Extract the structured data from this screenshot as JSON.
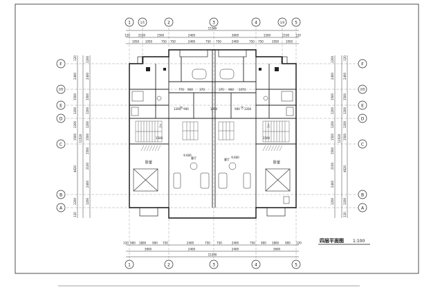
{
  "drawing": {
    "title": "四层平面图",
    "scale": "1:100"
  },
  "axes": {
    "columns": [
      "1",
      "1/1",
      "2",
      "3",
      "4",
      "1/4",
      "5"
    ],
    "columns_bottom": [
      "1",
      "2",
      "3",
      "4",
      "5"
    ],
    "rows": [
      "F",
      "2/D",
      "E",
      "D",
      "C",
      "B",
      "A"
    ]
  },
  "dims": {
    "top_total": "15340",
    "top_row1": [
      "120",
      "2100",
      "1500",
      "2400",
      "3600",
      "1500",
      "2100",
      "120"
    ],
    "top_row2": [
      "1050",
      "1050",
      "750",
      "750",
      "2400",
      "750",
      "750",
      "2400",
      "750",
      "750",
      "1050",
      "1050"
    ],
    "bottom_row1": [
      "120",
      "900",
      "1800",
      "900",
      "750",
      "2400",
      "750",
      "750",
      "2400",
      "750",
      "900",
      "1800",
      "900",
      "120"
    ],
    "bottom_row2": [
      "3600",
      "2400",
      "2400",
      "3600"
    ],
    "bottom_total": "15340",
    "left_outer": [
      "120",
      "2400",
      "1500",
      "1200",
      "1200",
      "1500",
      "4620",
      "1200",
      "120"
    ],
    "left_inner": [
      "1200",
      "2400",
      "1500",
      "1200",
      "1200",
      "1500",
      "1500",
      "2100",
      "2400",
      "1200"
    ],
    "left_total": "11520",
    "right_outer": [
      "120",
      "2400",
      "1500",
      "1200",
      "1200",
      "1500",
      "4620",
      "1200",
      "120"
    ],
    "right_inner": [
      "1200",
      "2400",
      "1500",
      "1200",
      "1200",
      "1500",
      "1500",
      "2100",
      "2400",
      "1200"
    ],
    "right_total": "11520"
  },
  "rooms": {
    "bedroom": "卧室",
    "living": "客厅",
    "living_elev_left": "9.600",
    "living_elev_right": "9.600",
    "stair_down": "下",
    "stair_up": "上",
    "inner_dims": [
      "770",
      "900",
      "370",
      "370",
      "900",
      "1070"
    ],
    "inner_dims2": [
      "1200",
      "900",
      "1200",
      "900",
      "1200"
    ],
    "stair_dim_left": "1500",
    "stair_dim_right": "1500"
  }
}
